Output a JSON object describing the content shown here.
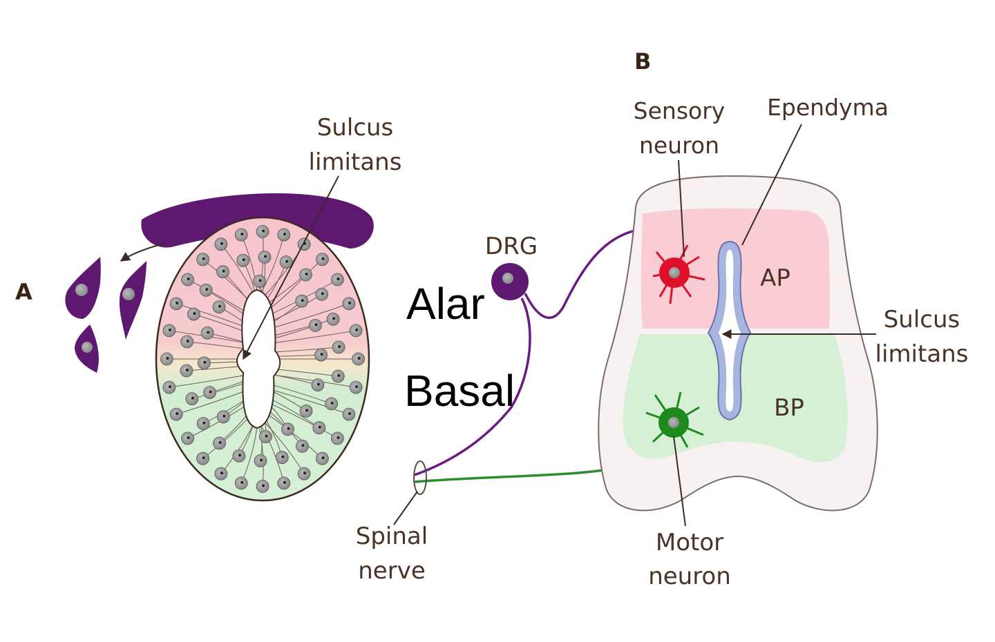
{
  "panel_a": {
    "letter": "A",
    "sulcus_label_1": "Sulcus",
    "sulcus_label_2": "limitans"
  },
  "overlay": {
    "alar": "Alar",
    "basal": "Basal"
  },
  "drg": {
    "label": "DRG"
  },
  "spinal_nerve": {
    "line1": "Spinal",
    "line2": "nerve"
  },
  "panel_b": {
    "letter": "B",
    "sensory_1": "Sensory",
    "sensory_2": "neuron",
    "ependyma": "Ependyma",
    "ap": "AP",
    "bp": "BP",
    "sulcus_1": "Sulcus",
    "sulcus_2": "limitans",
    "motor_1": "Motor",
    "motor_2": "neuron"
  },
  "colors": {
    "alar_pink": "#f6c6cc",
    "basal_green": "#cfeccf",
    "neural_crest_purple": "#5e1870",
    "sensory_red": "#e0102a",
    "motor_green": "#1e8a1e",
    "ependyma_blue": "#a9b5e0"
  }
}
